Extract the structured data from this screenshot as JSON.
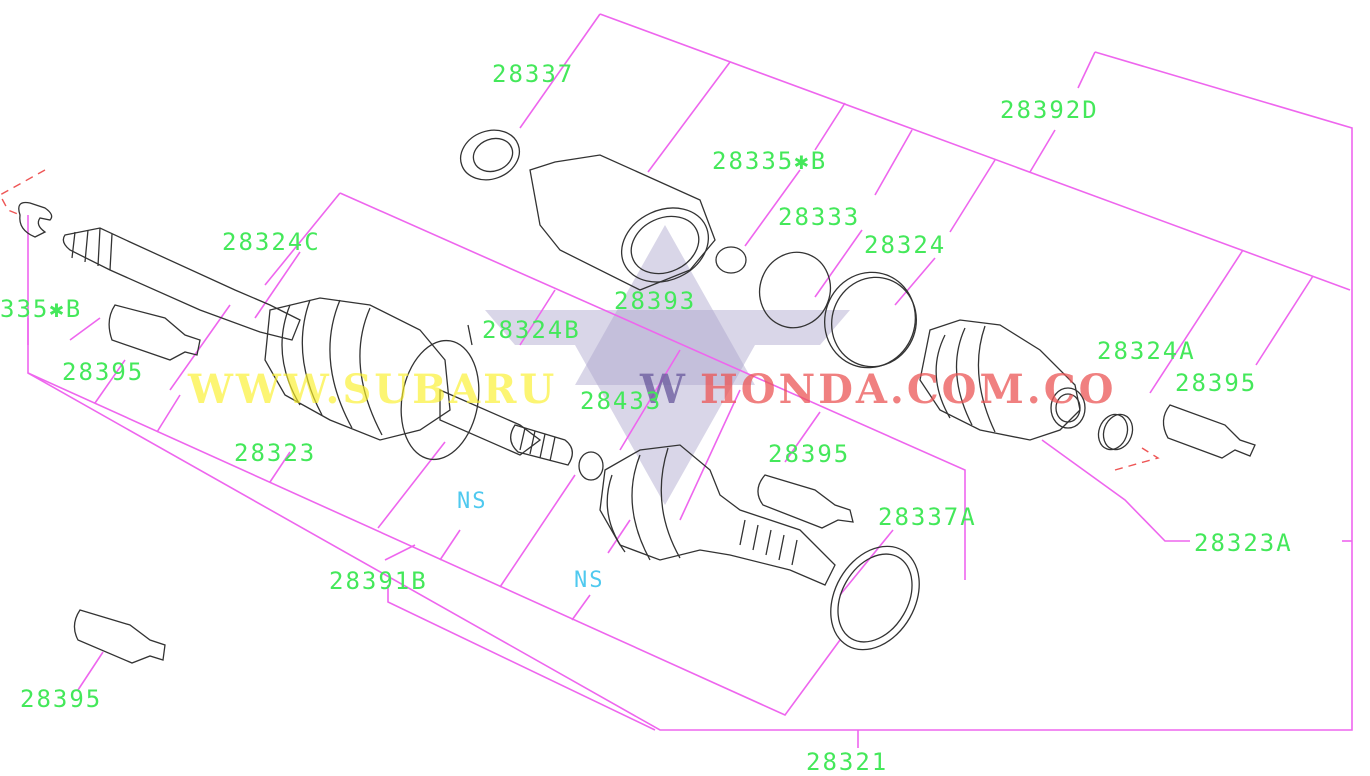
{
  "diagram": {
    "type": "exploded-parts-diagram",
    "subject": "front axle drive shaft assembly",
    "colors": {
      "leader_lines": "#ee66ee",
      "part_labels": "#44e85a",
      "ns_labels": "#4fc9ef",
      "drawing_lines": "#333333",
      "dashed_reference": "#ee5555",
      "background": "#ffffff"
    },
    "labels": [
      {
        "id": "28337",
        "text": "28337"
      },
      {
        "id": "28392D",
        "text": "28392D"
      },
      {
        "id": "28335B_right",
        "text": "28335✱B"
      },
      {
        "id": "28333",
        "text": "28333"
      },
      {
        "id": "28324",
        "text": "28324"
      },
      {
        "id": "28324C",
        "text": "28324C"
      },
      {
        "id": "28335B_left",
        "text": "335✱B"
      },
      {
        "id": "28393",
        "text": "28393"
      },
      {
        "id": "28324B",
        "text": "28324B"
      },
      {
        "id": "28395_left",
        "text": "28395"
      },
      {
        "id": "28324A",
        "text": "28324A"
      },
      {
        "id": "28395_right",
        "text": "28395"
      },
      {
        "id": "28433",
        "text": "28433"
      },
      {
        "id": "28323",
        "text": "28323"
      },
      {
        "id": "28395_center",
        "text": "28395"
      },
      {
        "id": "28337A",
        "text": "28337A"
      },
      {
        "id": "28323A",
        "text": "28323A"
      },
      {
        "id": "ns_1",
        "text": "NS"
      },
      {
        "id": "ns_2",
        "text": "NS"
      },
      {
        "id": "28391B",
        "text": "28391B"
      },
      {
        "id": "28395_bottom",
        "text": "28395"
      },
      {
        "id": "28321",
        "text": "28321"
      }
    ],
    "watermark": {
      "part1": "WWW.SUBARU",
      "part2": "W",
      "part3": "HONDA.COM.CO"
    }
  }
}
